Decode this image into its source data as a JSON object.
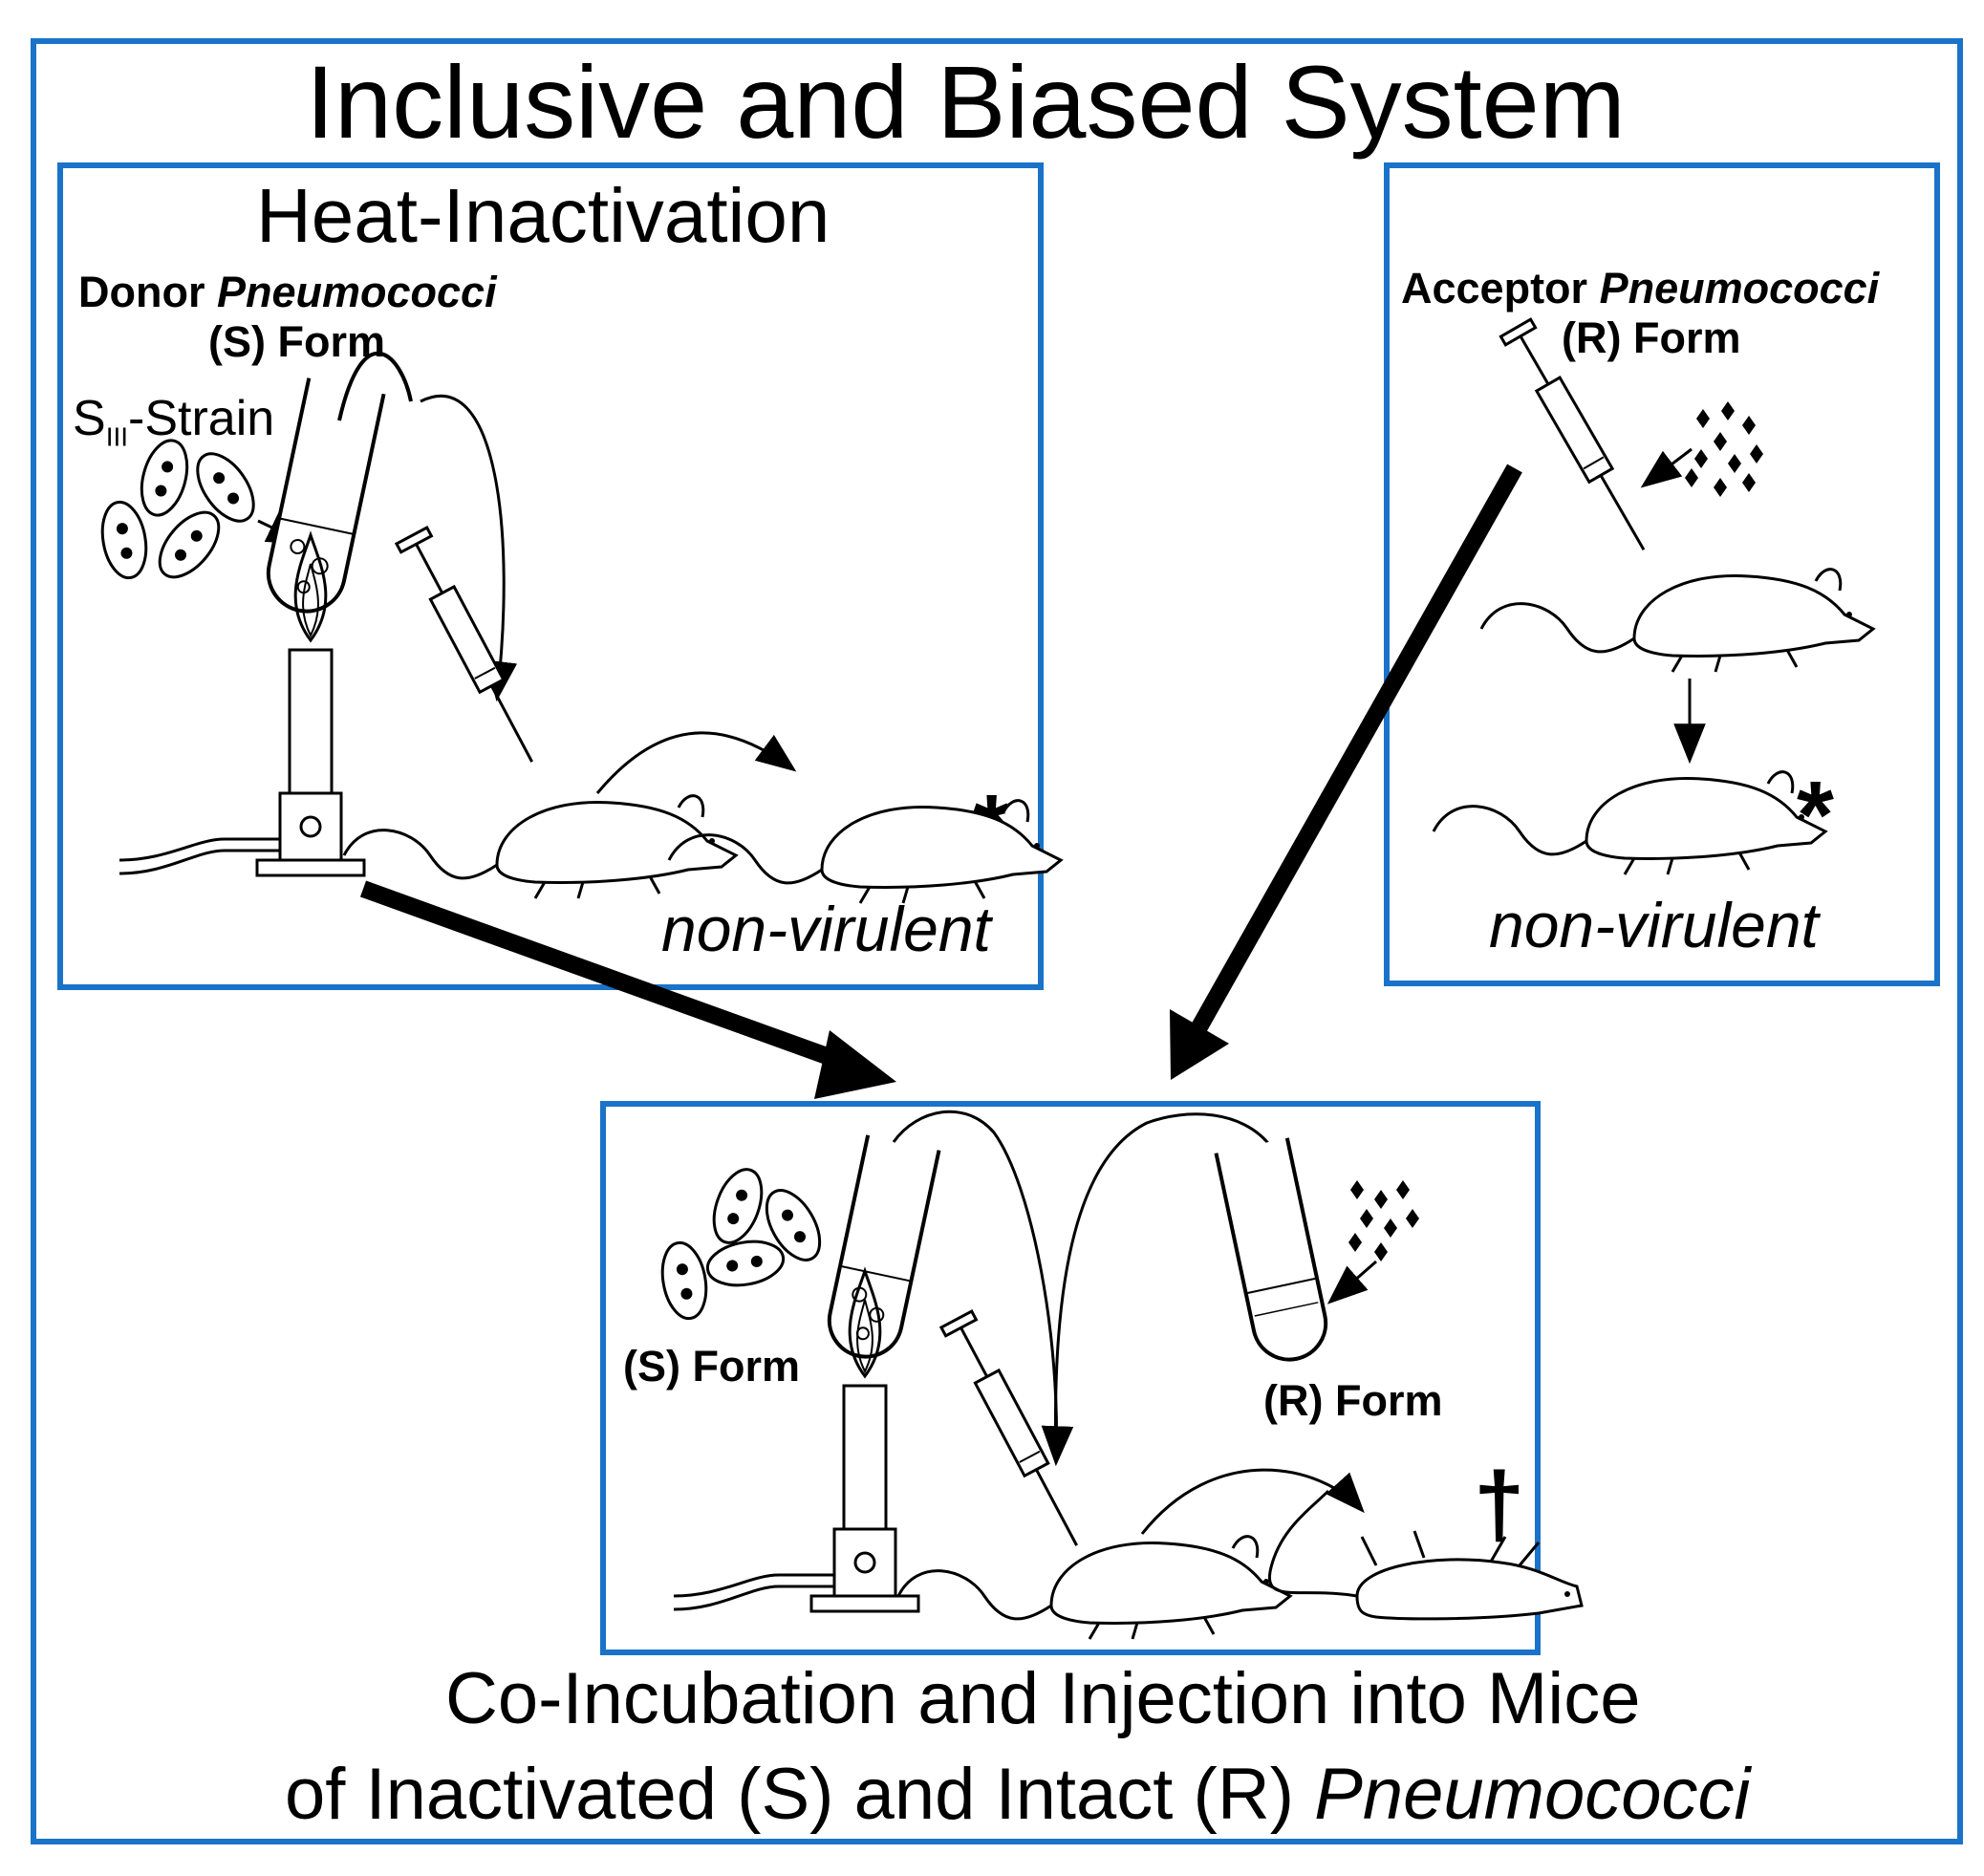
{
  "title": "Inclusive and Biased System",
  "colors": {
    "frame": "#1a73c8",
    "ink": "#000000"
  },
  "heat_panel": {
    "title": "Heat-Inactivation",
    "donor_line1_a": "Donor ",
    "donor_line1_b": "Pneumococci",
    "donor_line2": "(S) Form",
    "strain_s": "S",
    "strain_sub": "III",
    "strain_rest": "-Strain",
    "result": "non-virulent",
    "marker": "*"
  },
  "acceptor_panel": {
    "line1_a": "Acceptor ",
    "line1_b": "Pneumococci",
    "line2": "(R) Form",
    "result": "non-virulent",
    "marker": "*"
  },
  "coinc_panel": {
    "s_form": "(S) Form",
    "r_form": "(R) Form",
    "marker": "†"
  },
  "caption": {
    "line1": "Co-Incubation and Injection into Mice",
    "line2_a": "of Inactivated (S) and Intact (R) ",
    "line2_b": "Pneumococci"
  }
}
